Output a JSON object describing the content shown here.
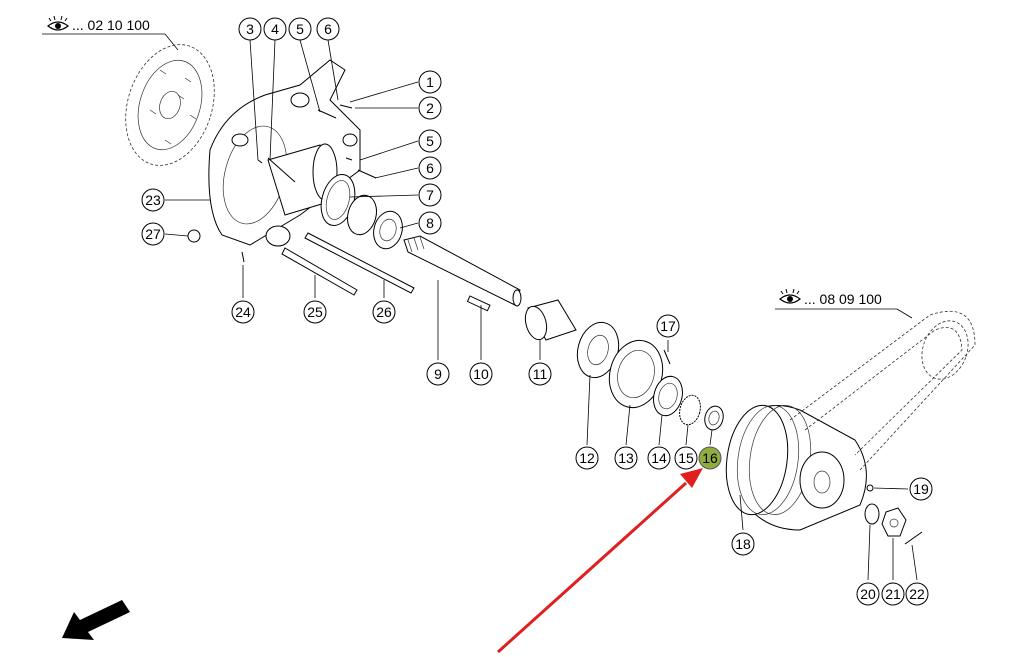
{
  "references": [
    {
      "id": "ref-top-left",
      "text": "... 02 10 100",
      "icon": "eye-icon"
    },
    {
      "id": "ref-right",
      "text": "... 08 09 100",
      "icon": "eye-icon"
    }
  ],
  "callouts": [
    {
      "label": "1"
    },
    {
      "label": "2"
    },
    {
      "label": "3"
    },
    {
      "label": "4"
    },
    {
      "label": "5"
    },
    {
      "label": "6"
    },
    {
      "label": "5"
    },
    {
      "label": "6"
    },
    {
      "label": "7"
    },
    {
      "label": "8"
    },
    {
      "label": "9"
    },
    {
      "label": "10"
    },
    {
      "label": "11"
    },
    {
      "label": "12"
    },
    {
      "label": "13"
    },
    {
      "label": "14"
    },
    {
      "label": "15"
    },
    {
      "label": "16"
    },
    {
      "label": "17"
    },
    {
      "label": "18"
    },
    {
      "label": "19"
    },
    {
      "label": "20"
    },
    {
      "label": "21"
    },
    {
      "label": "22"
    },
    {
      "label": "23"
    },
    {
      "label": "24"
    },
    {
      "label": "25"
    },
    {
      "label": "26"
    },
    {
      "label": "27"
    }
  ],
  "highlighted_part": "16",
  "colors": {
    "highlight_fill": "#8fae3f",
    "pointer_arrow": "#e02020",
    "line": "#000000"
  },
  "icons": {
    "direction_arrow": "arrow-down-left-icon",
    "pointer_arrow": "red-pointer-arrow-icon"
  }
}
